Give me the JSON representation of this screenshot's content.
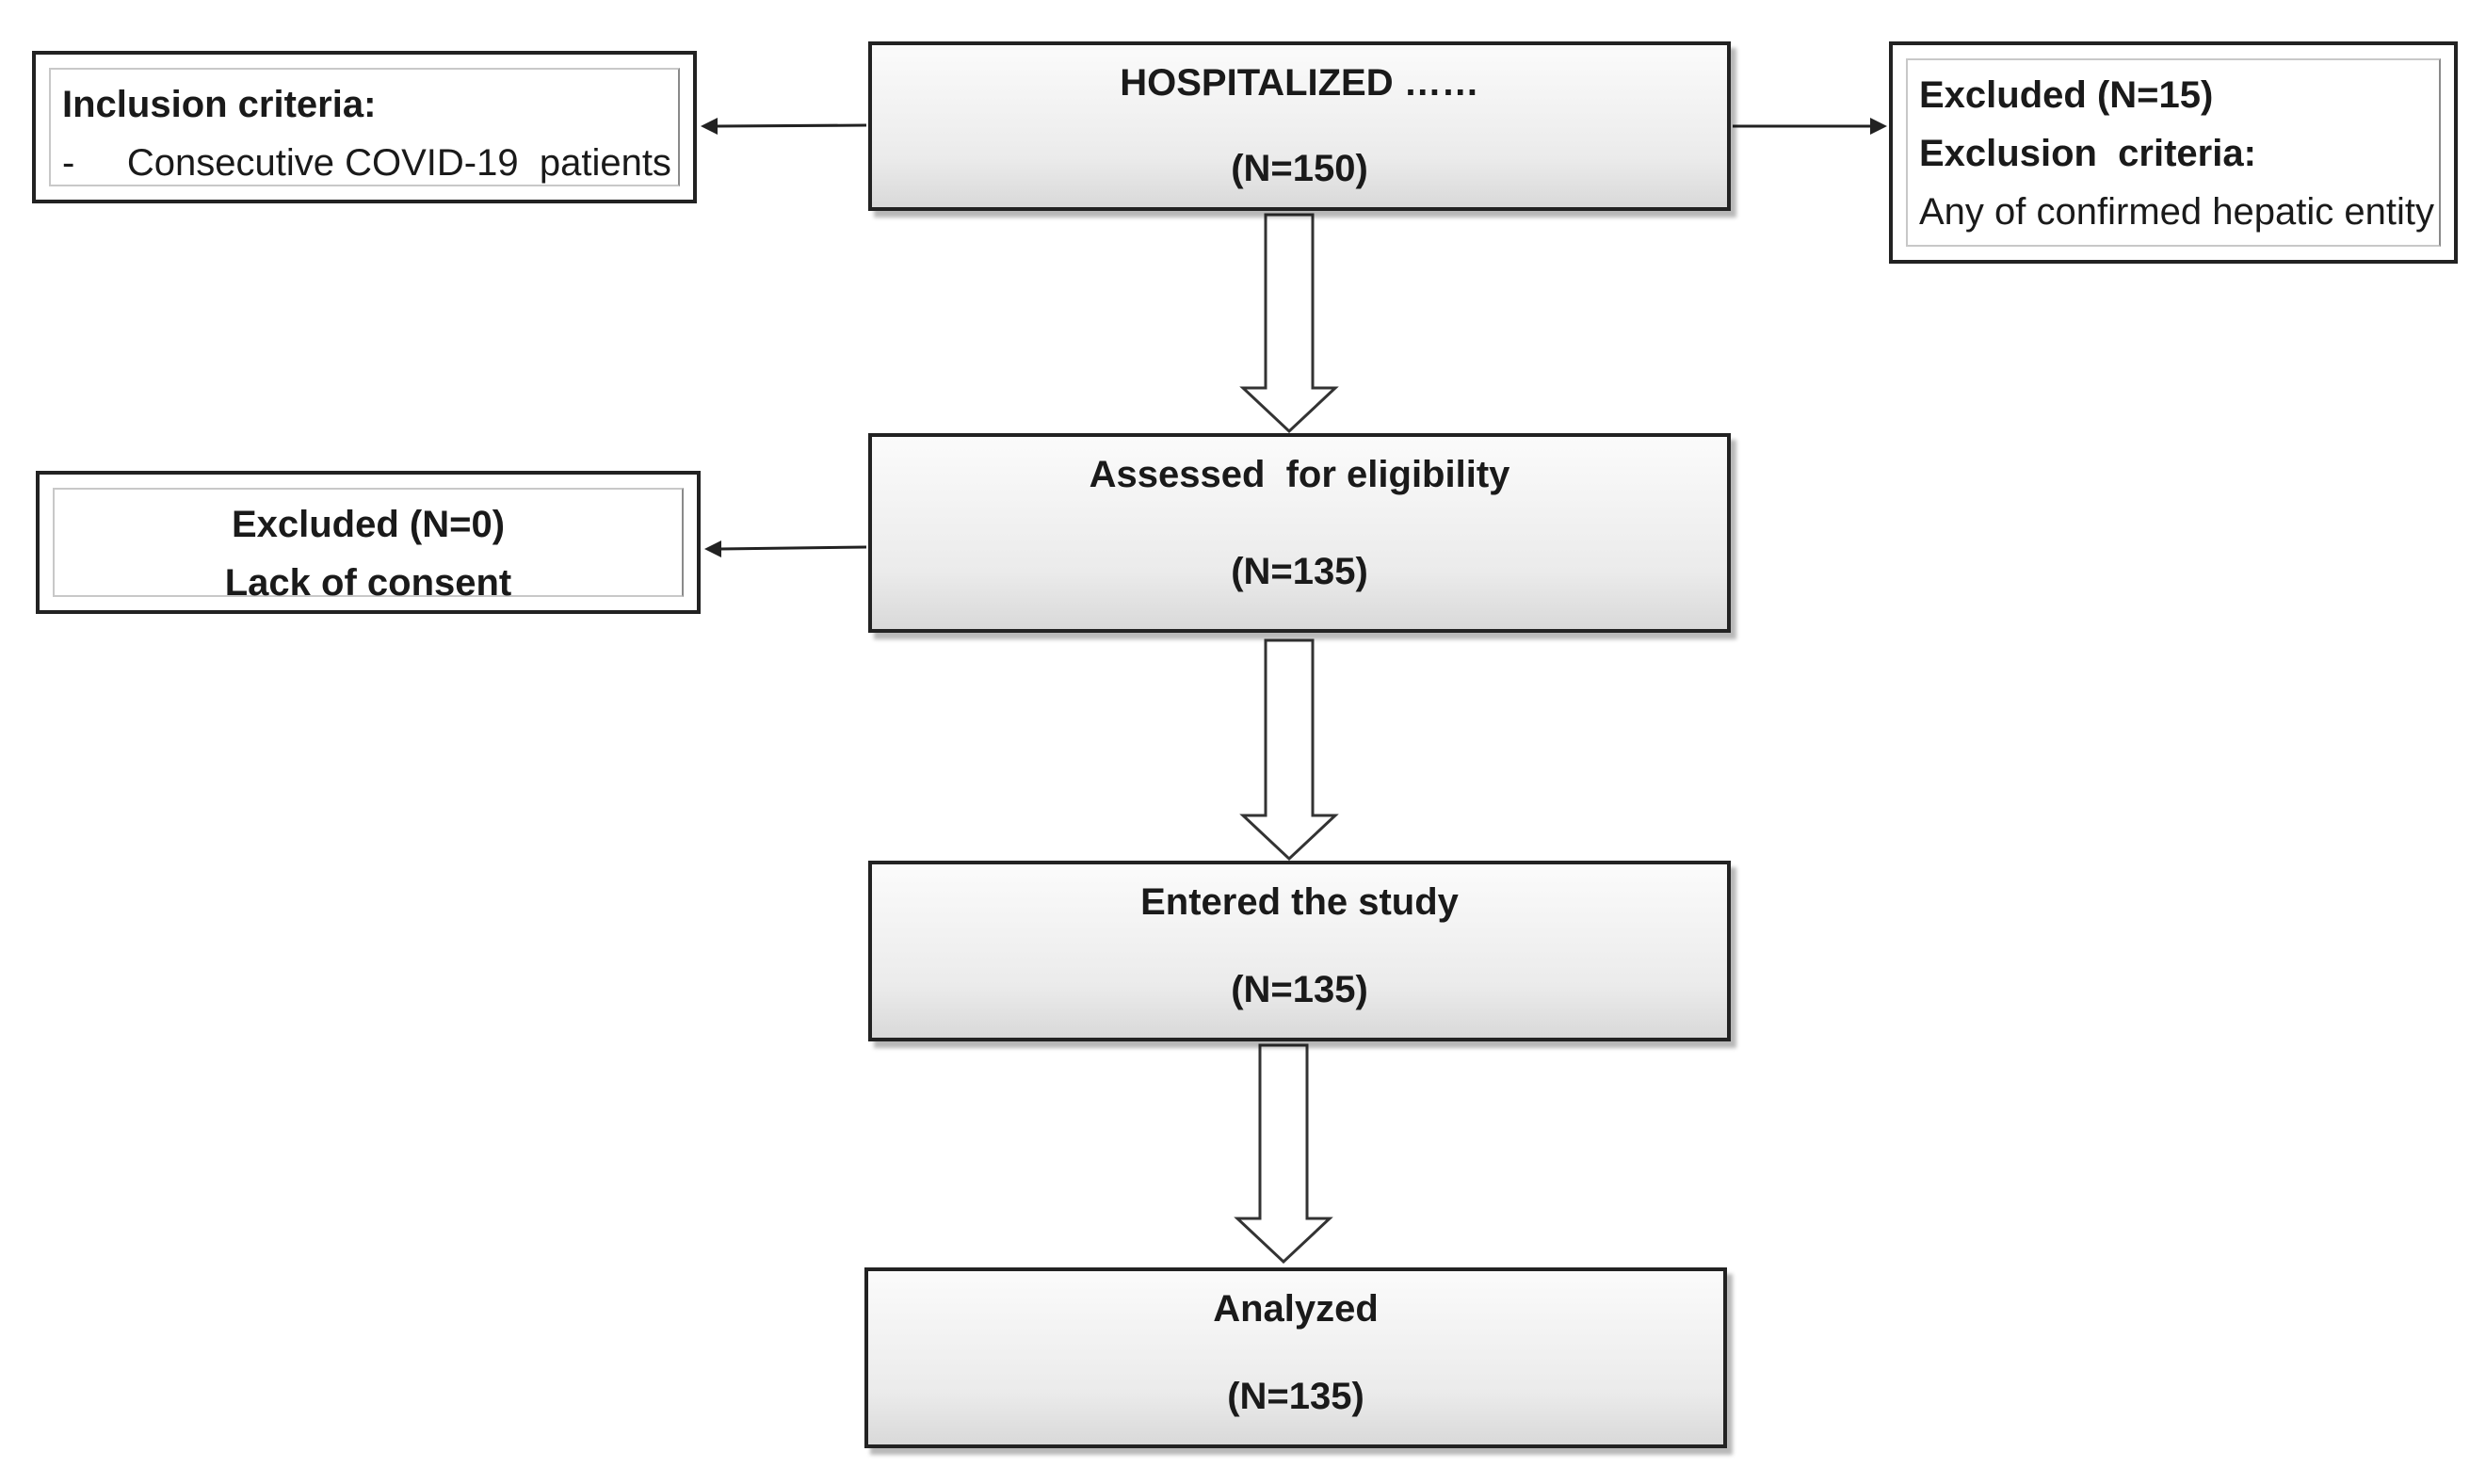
{
  "boxes": {
    "hospitalized": {
      "title": "HOSPITALIZED ……",
      "count": "(N=150)"
    },
    "assessed": {
      "title": "Assessed  for eligibility",
      "count": "(N=135)"
    },
    "entered": {
      "title": "Entered the study",
      "count": "(N=135)"
    },
    "analyzed": {
      "title": "Analyzed",
      "count": "(N=135)"
    }
  },
  "inclusion": {
    "heading": "Inclusion criteria:",
    "item": "-     Consecutive COVID-19  patients"
  },
  "exclusion": {
    "excluded": "Excluded (N=15)",
    "heading": "Exclusion  criteria:",
    "item": "Any of confirmed hepatic entity"
  },
  "consent": {
    "excluded": "Excluded (N=0)",
    "reason": "Lack of consent"
  }
}
